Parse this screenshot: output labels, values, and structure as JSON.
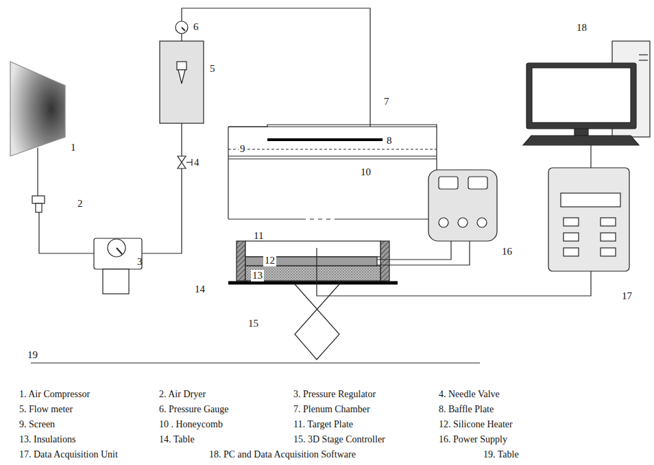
{
  "diagram": {
    "labels": [
      "1",
      "2",
      "3",
      "4",
      "5",
      "6",
      "7",
      "8",
      "9",
      "10",
      "11",
      "12",
      "13",
      "14",
      "15",
      "16",
      "17",
      "18",
      "19",
      "1. Air Compressor",
      "2. Air Dryer",
      "3. Pressure Regulator",
      "4. Needle Valve",
      "5. Flow meter",
      "6. Pressure Gauge",
      "7. Plenum Chamber",
      "8. Baffle Plate",
      "9. Screen",
      "10 . Honeycomb",
      "11. Target Plate",
      "12. Silicone Heater",
      "13. Insulations",
      "14. Table",
      "15. 3D Stage Controller",
      "16. Power Supply",
      "17. Data Acquisition Unit",
      "18. PC and Data Acquisition Software",
      "19. Table"
    ]
  }
}
